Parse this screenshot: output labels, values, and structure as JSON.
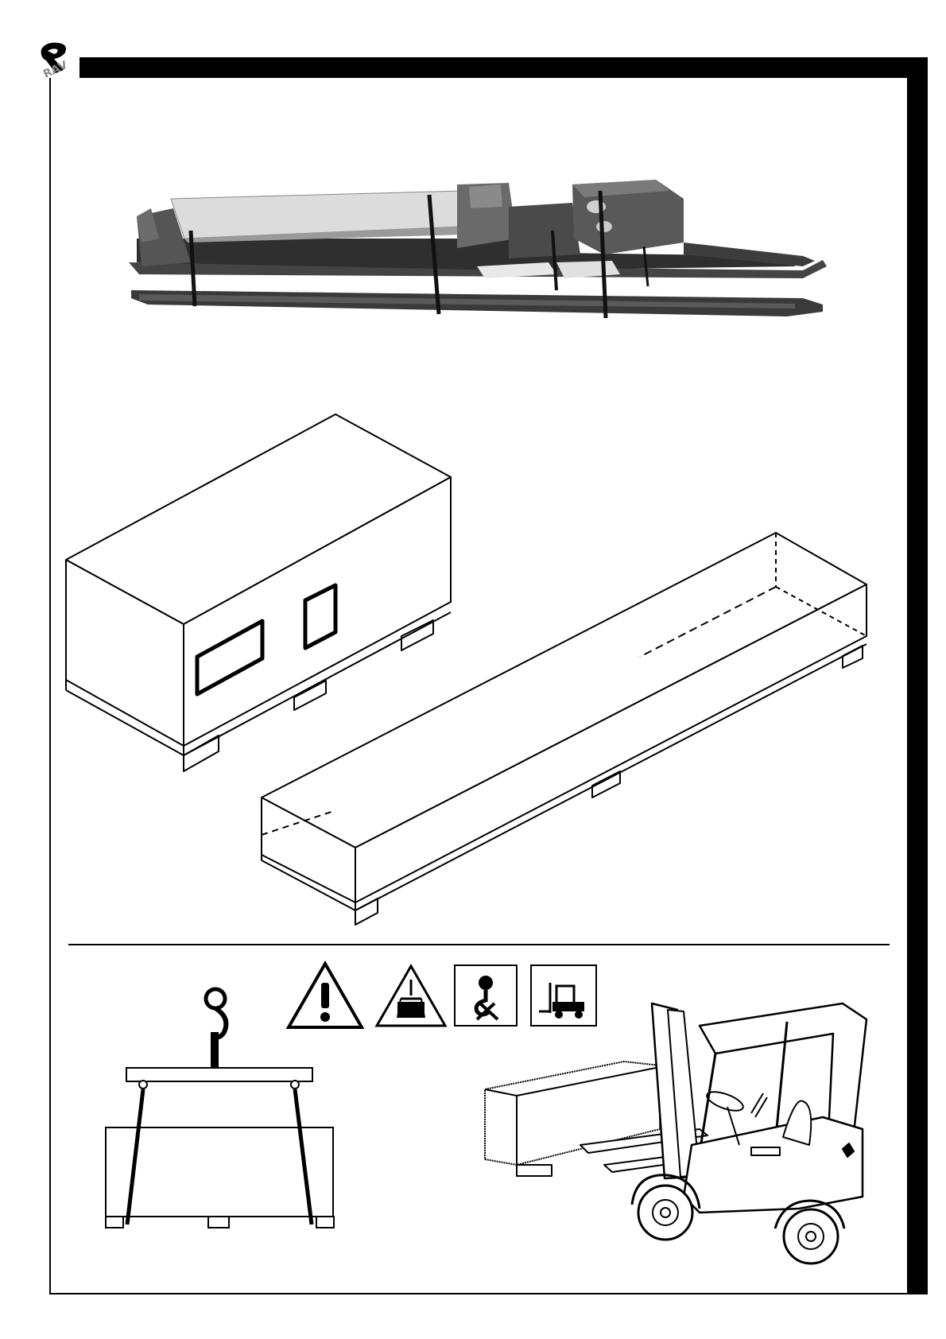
{
  "page": {
    "logo": {
      "name": "brand-logo",
      "text": "RAV"
    }
  },
  "sections": {
    "photo": {
      "subject": "packed-lift-components-photo"
    },
    "crates": {
      "subject": "shipping-crates-drawing"
    },
    "handling": {
      "warning_icons": [
        "warning-triangle-icon",
        "suspended-load-icon",
        "crane-hook-sign-icon",
        "forklift-sign-icon"
      ],
      "left_drawing": "crane-lifting-drawing",
      "right_drawing": "forklift-lifting-drawing"
    }
  }
}
